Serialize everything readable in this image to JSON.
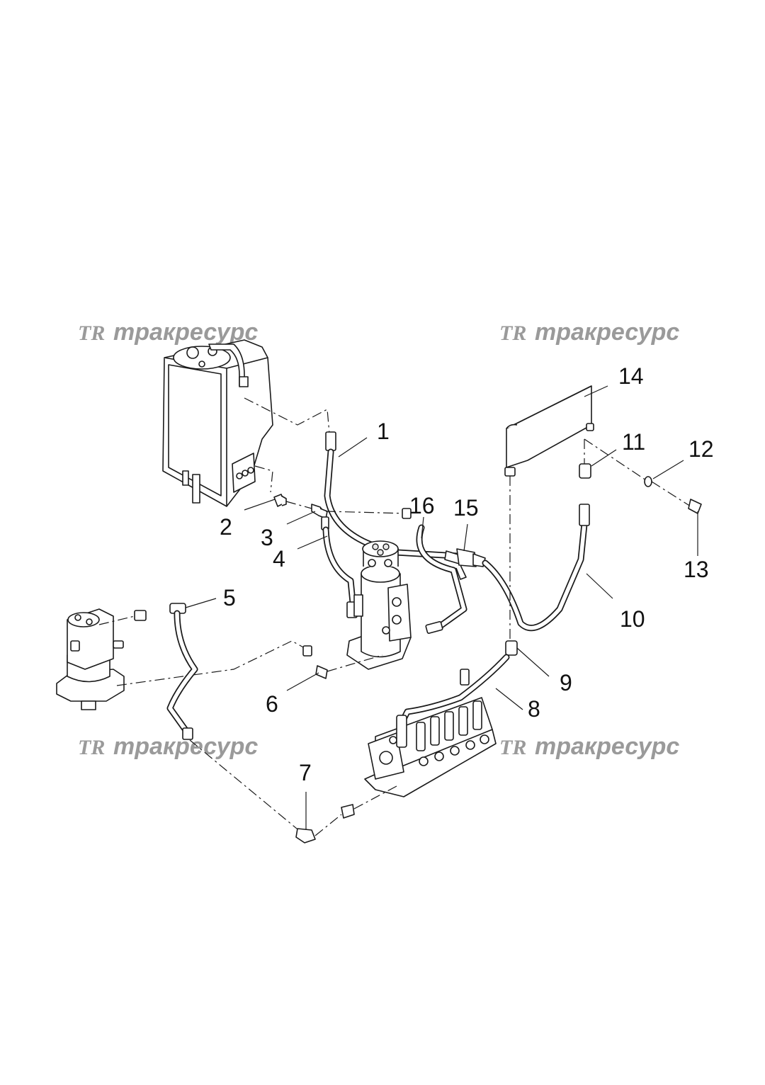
{
  "watermark": {
    "logo_text": "TR",
    "brand_text": "тракресурс"
  },
  "callouts": [
    "1",
    "2",
    "3",
    "4",
    "5",
    "6",
    "7",
    "8",
    "9",
    "10",
    "11",
    "12",
    "13",
    "14",
    "15",
    "16"
  ],
  "colors": {
    "line": "#1a1a1a",
    "watermark": "#9a9a9a",
    "background": "#ffffff"
  }
}
